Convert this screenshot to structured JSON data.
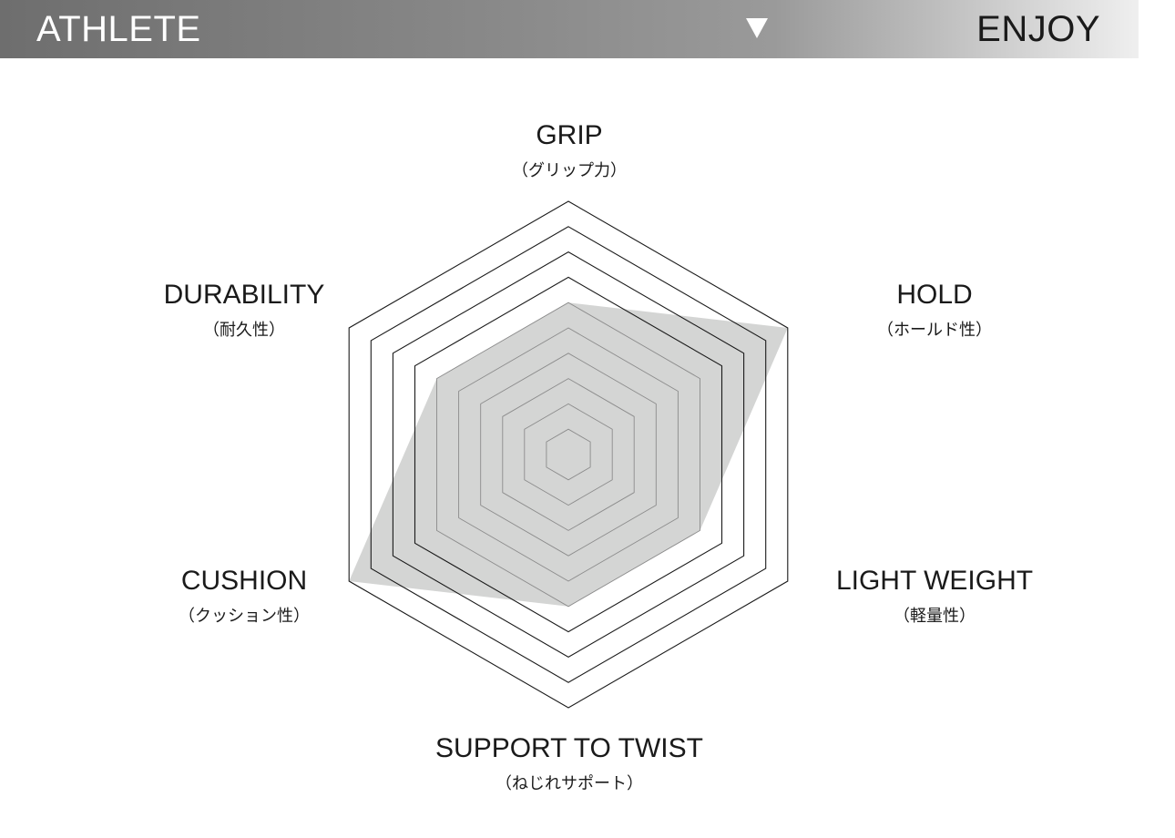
{
  "scale": {
    "left_label": "ATHLETE",
    "right_label": "ENJOY",
    "position": 0.665
  },
  "chart_data": {
    "type": "radar",
    "max": 10,
    "levels": 10,
    "axes": [
      {
        "en": "GRIP",
        "ja": "（グリップ力）",
        "value": 6
      },
      {
        "en": "HOLD",
        "ja": "（ホールド性）",
        "value": 10
      },
      {
        "en": "LIGHT WEIGHT",
        "ja": "（軽量性）",
        "value": 6
      },
      {
        "en": "SUPPORT TO TWIST",
        "ja": "（ねじれサポート）",
        "value": 6
      },
      {
        "en": "CUSHION",
        "ja": "（クッション性）",
        "value": 10
      },
      {
        "en": "DURABILITY",
        "ja": "（耐久性）",
        "value": 6
      }
    ],
    "fill_color": "#d4d5d4",
    "outer_grid_color": "#1a1a1a",
    "inner_grid_color": "#8c8c8c"
  }
}
